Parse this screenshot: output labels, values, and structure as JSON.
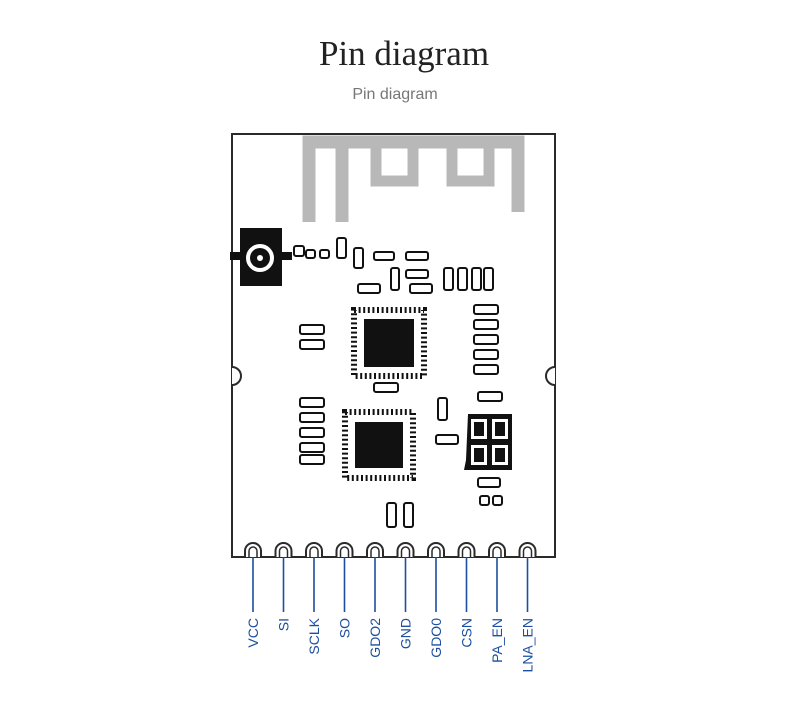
{
  "title": "Pin diagram",
  "subtitle": "Pin diagram",
  "pins": [
    "VCC",
    "SI",
    "SCLK",
    "SO",
    "GDO2",
    "GND",
    "GDO0",
    "CSN",
    "PA_EN",
    "LNA_EN"
  ],
  "colors": {
    "pcb_outline": "#2a2a2a",
    "antenna_trace": "#b8b8b8",
    "component": "#111111",
    "pin_line": "#1c4fa0"
  },
  "icons": {
    "antenna": "pcb-antenna-icon",
    "connector": "ipex-connector-icon",
    "chip": "ic-chip-icon",
    "crystal": "crystal-icon"
  }
}
